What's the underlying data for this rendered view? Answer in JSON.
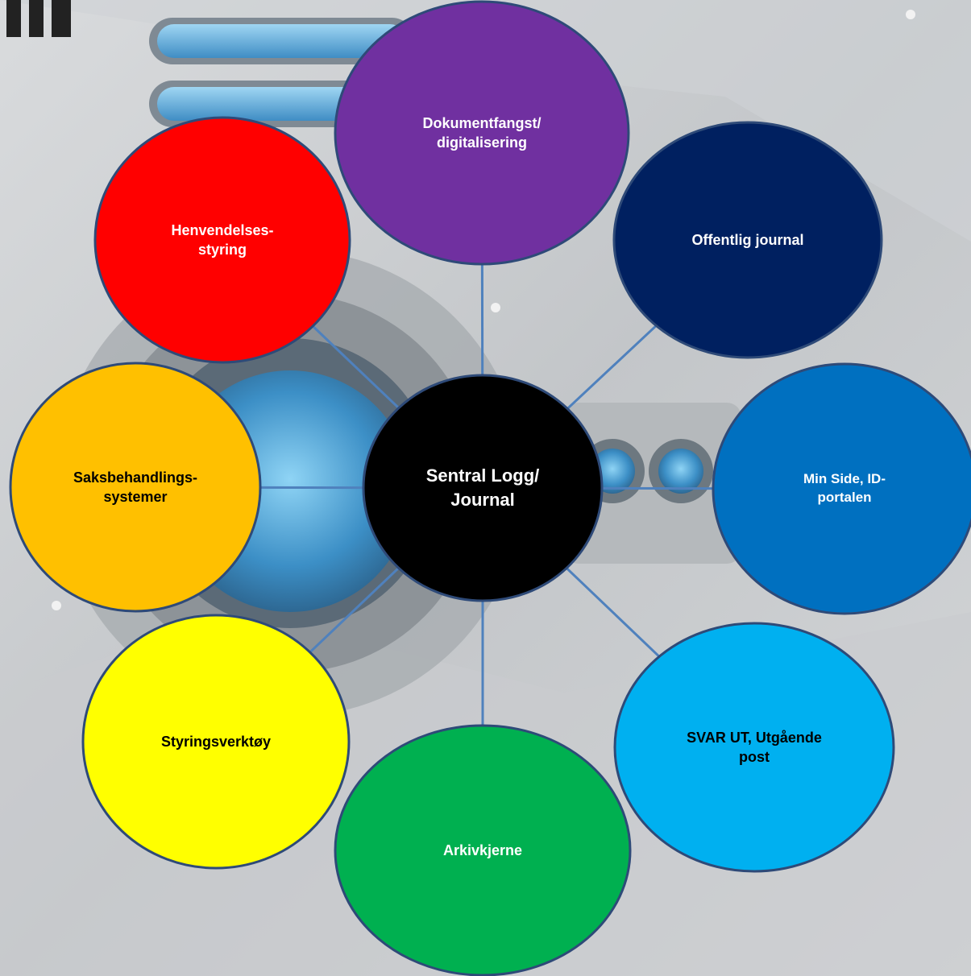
{
  "center": {
    "label": "Sentral Logg/\nJournal",
    "fill": "#000000",
    "text_color": "#ffffff"
  },
  "nodes": [
    {
      "id": "dokumentfangst",
      "label": "Dokumentfangst/\ndigitalisering",
      "fill": "#7030a0",
      "text_color": "#ffffff"
    },
    {
      "id": "offentlig-journal",
      "label": "Offentlig journal",
      "fill": "#002060",
      "text_color": "#ffffff"
    },
    {
      "id": "min-side",
      "label": "Min Side, ID-\nportalen",
      "fill": "#0070c0",
      "text_color": "#ffffff"
    },
    {
      "id": "svar-ut",
      "label": "SVAR UT, Utgående\npost",
      "fill": "#00b0f0",
      "text_color": "#000000"
    },
    {
      "id": "arkivkjerne",
      "label": "Arkivkjerne",
      "fill": "#00b050",
      "text_color": "#ffffff"
    },
    {
      "id": "styringsverktoy",
      "label": "Styringsverktøy",
      "fill": "#ffff00",
      "text_color": "#000000"
    },
    {
      "id": "saksbehandlingssystemer",
      "label": "Saksbehandlings-\nsystemer",
      "fill": "#ffc000",
      "text_color": "#000000"
    },
    {
      "id": "henvendelsesstyring",
      "label": "Henvendelses-\nstyring",
      "fill": "#ff0000",
      "text_color": "#ffffff"
    }
  ],
  "colors": {
    "node_border": "#2e4a78",
    "connector": "#4f81bd"
  }
}
